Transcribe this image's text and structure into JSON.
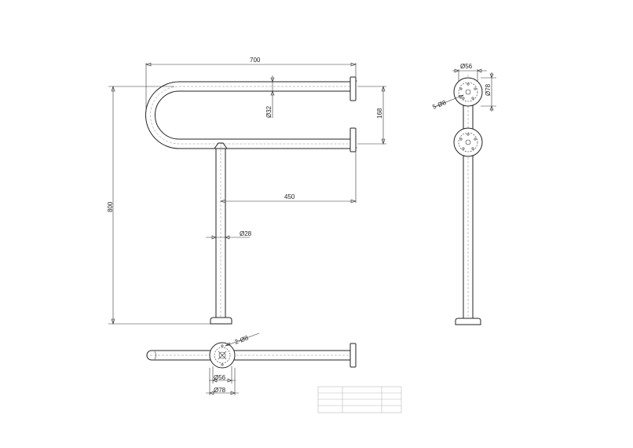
{
  "dimensions": {
    "top_width": "700",
    "tube_dia": "32",
    "rail_gap": "168",
    "leg_offset": "450",
    "leg_dia": "28",
    "height": "800",
    "side_flange_inner": "56",
    "side_flange_outer": "78",
    "side_holes": "5-",
    "side_hole_dia": "8",
    "top_holes": "2-",
    "top_hole_dia": "8",
    "top_flange_inner": "56",
    "top_flange_outer": "78"
  },
  "symbols": {
    "diameter": "Ø"
  }
}
